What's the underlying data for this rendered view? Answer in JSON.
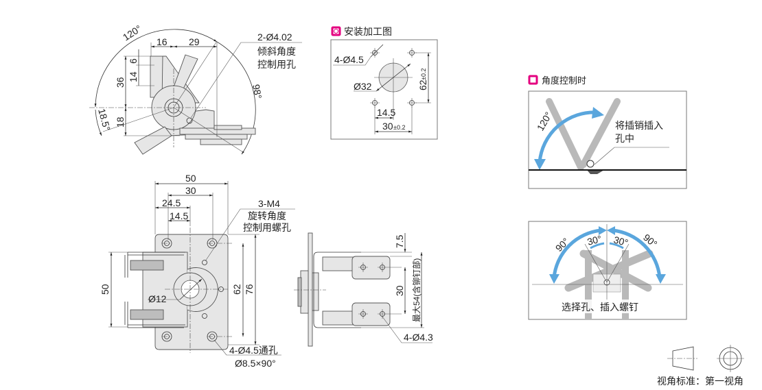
{
  "top_view": {
    "angle_open": "120°",
    "angle_right": "98°",
    "angle_low": "18.5°",
    "dim_16": "16",
    "dim_29": "29",
    "dim_6": "6",
    "dim_14": "14",
    "dim_36": "36",
    "dim_18": "18",
    "hole_note_line1": "2-Ø4.02",
    "hole_note_line2": "倾斜角度",
    "hole_note_line3": "控制用孔"
  },
  "mounting": {
    "title": "安装加工图",
    "holes": "4-Ø4.5",
    "bore": "Ø32",
    "dim_62": "62",
    "tol_62": "±0.2",
    "dim_14_5": "14.5",
    "dim_30": "30",
    "tol_30": "±0.2"
  },
  "front_view": {
    "dim_50_top": "50",
    "dim_30": "30",
    "dim_24_5": "24.5",
    "dim_14_5": "14.5",
    "dim_50_left": "50",
    "dim_62": "62",
    "dim_76": "76",
    "bore": "Ø12",
    "m4_line1": "3-M4",
    "m4_line2": "旋转角度",
    "m4_line3": "控制用螺孔",
    "through_line1": "4-Ø4.5通孔",
    "through_line2": "Ø8.5×90°"
  },
  "side_view": {
    "dim_7_5": "7.5",
    "dim_30": "30",
    "max_note": "最大54(含铆钉部)",
    "holes": "4-Ø4.3"
  },
  "angle_panel": {
    "title": "角度控制时",
    "angle": "120°",
    "note_line1": "将插销插入",
    "note_line2": "孔中"
  },
  "rotate_panel": {
    "angle_left": "90°",
    "angle_right": "90°",
    "angle_inner_left": "30°",
    "angle_inner_right": "30°",
    "note": "选择孔、插入螺钉"
  },
  "projection": {
    "label": "视角标准：第一视角"
  },
  "colors": {
    "accent": "#e4007f",
    "arrow_blue": "#5aa6dd"
  }
}
